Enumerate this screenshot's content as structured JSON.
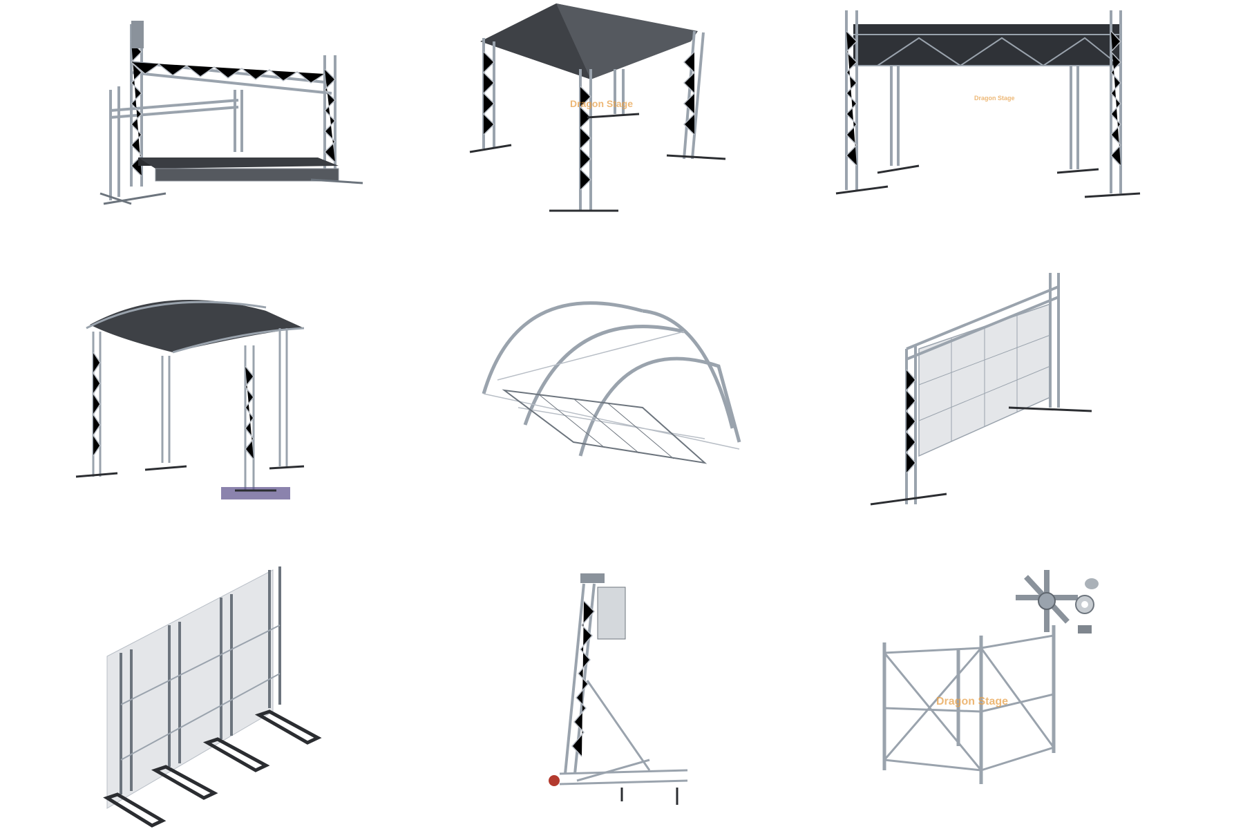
{
  "watermarks": {
    "w1": "Dragon Stage",
    "w2": "Dragon Stage",
    "w3": "Dragon Stage"
  },
  "colors": {
    "truss": "#9aa3ad",
    "truss_dark": "#6c747d",
    "roof": "#3e4146",
    "deck": "#2a2c30",
    "panel": "#e4e6e9",
    "base": "#2b2d31",
    "watermark": "#e8a14a"
  },
  "items": [
    {
      "name": "stage-truss-flat-roof"
    },
    {
      "name": "stage-truss-pitched-roof"
    },
    {
      "name": "stage-truss-flat-roof-tall"
    },
    {
      "name": "stage-truss-arched-roof"
    },
    {
      "name": "arched-roof-truss-frame"
    },
    {
      "name": "led-screen-truss-tower"
    },
    {
      "name": "led-screen-ground-stack-frame"
    },
    {
      "name": "speaker-line-array-tower"
    },
    {
      "name": "ringlock-scaffold-frame"
    }
  ]
}
